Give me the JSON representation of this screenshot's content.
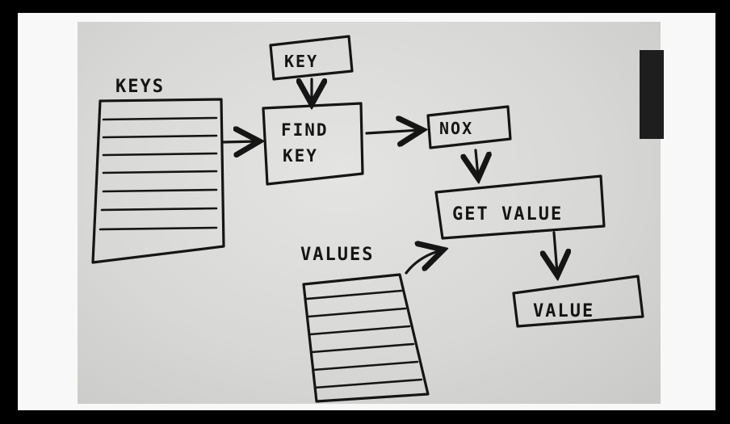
{
  "diagram": {
    "keys_label": "KEYS",
    "key_label": "KEY",
    "find_key_line1": "FIND",
    "find_key_line2": "KEY",
    "nox_label": "NOX",
    "get_value_label": "GET VALUE",
    "values_label": "VALUES",
    "value_label": "VALUE"
  }
}
